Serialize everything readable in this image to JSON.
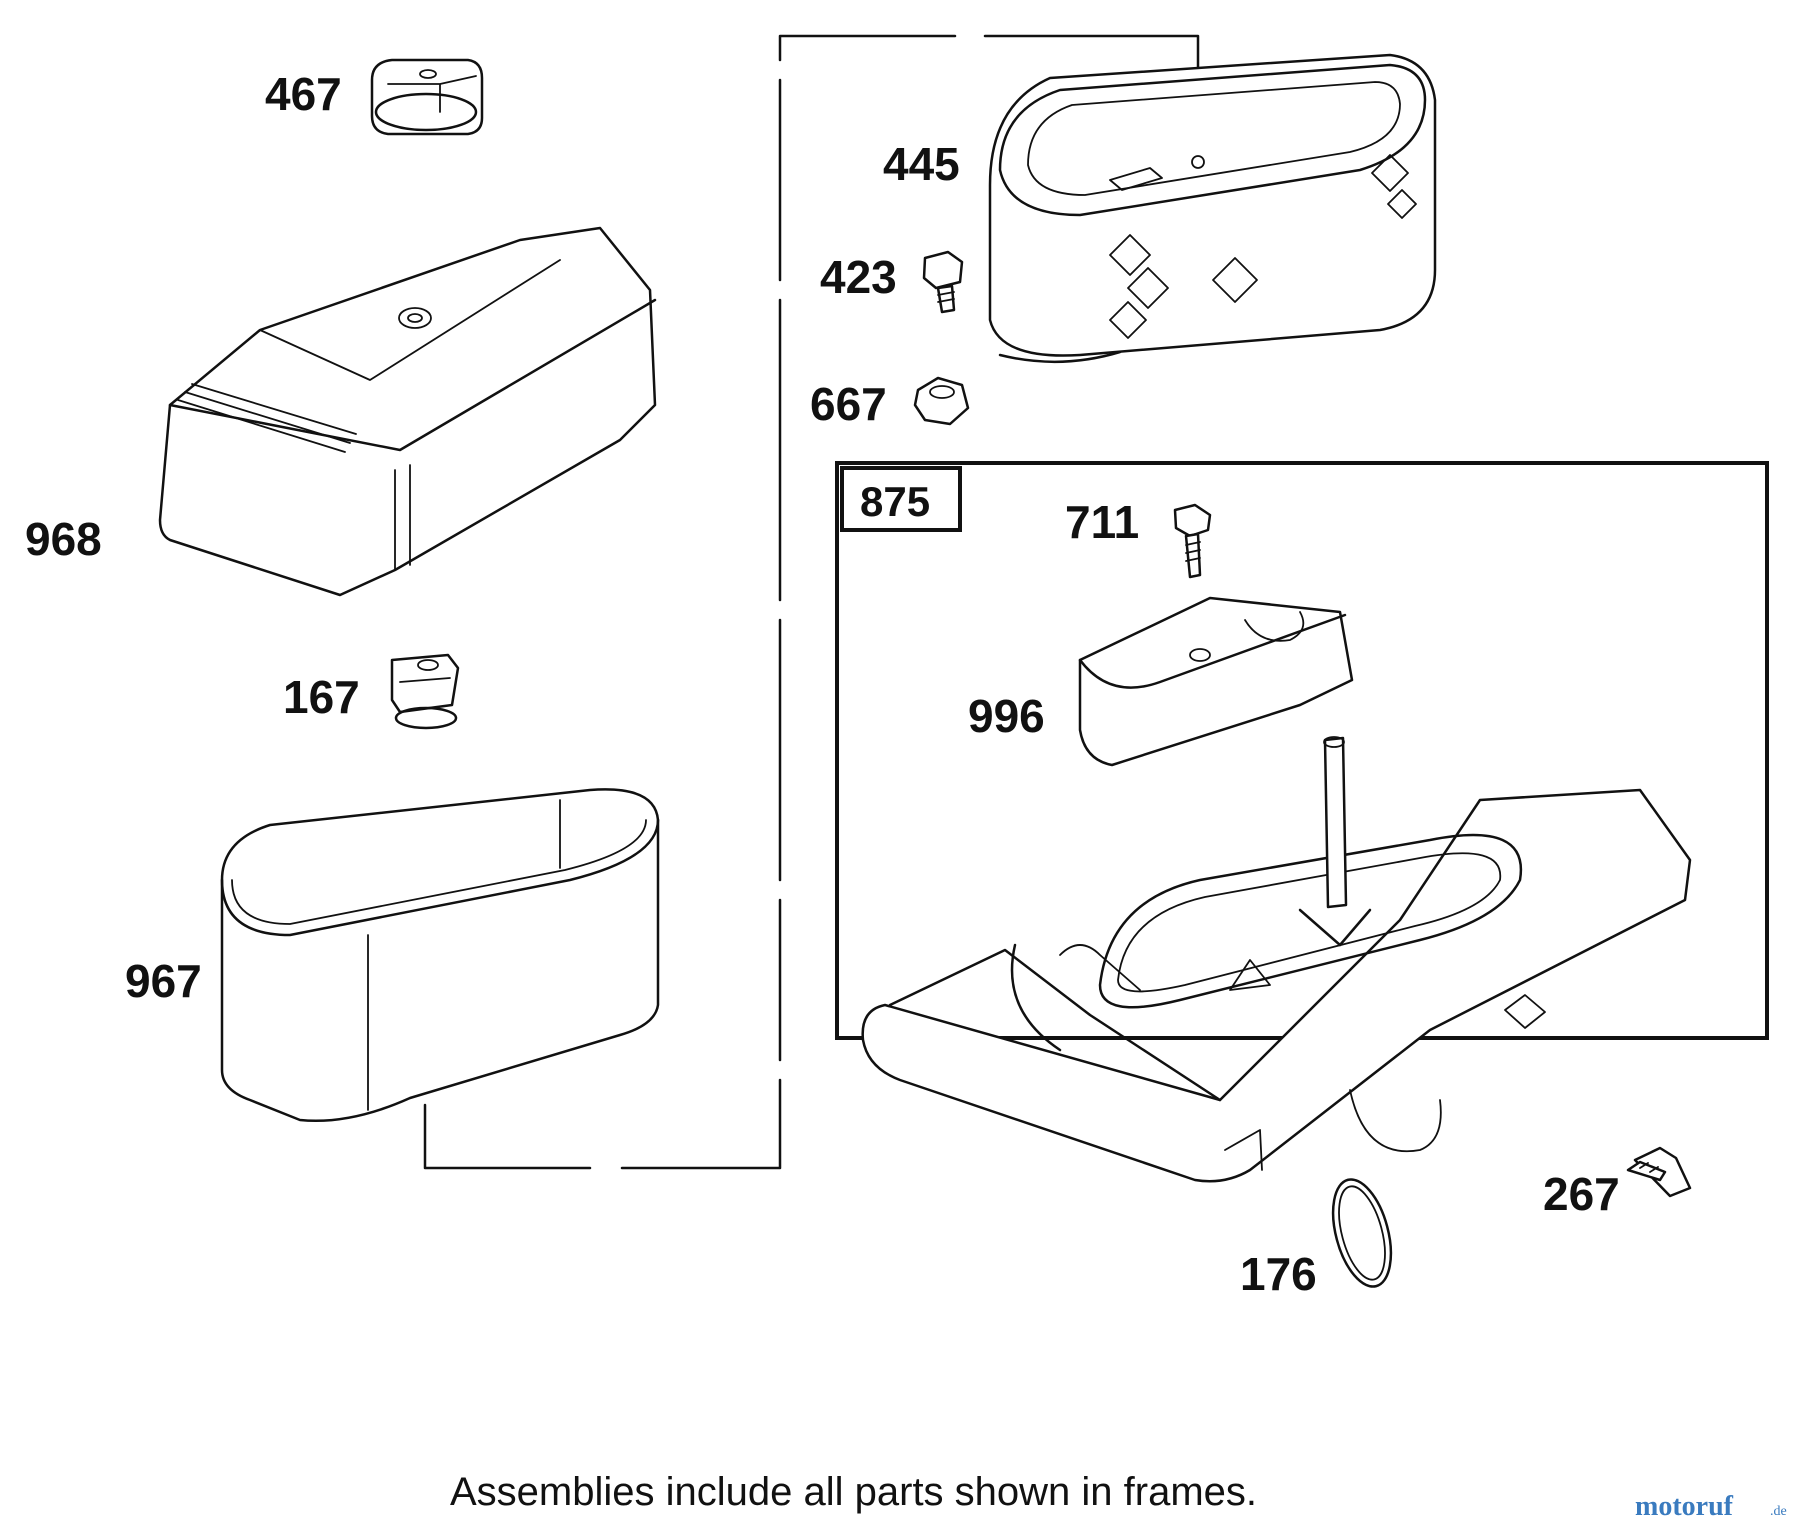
{
  "diagram": {
    "parts": [
      {
        "id": "467",
        "label": "467",
        "icon": "knob-nut-icon"
      },
      {
        "id": "968",
        "label": "968",
        "icon": "air-cleaner-cover-icon"
      },
      {
        "id": "167",
        "label": "167",
        "icon": "grommet-icon"
      },
      {
        "id": "967",
        "label": "967",
        "icon": "pre-cleaner-icon"
      },
      {
        "id": "445",
        "label": "445",
        "icon": "air-filter-cartridge-icon"
      },
      {
        "id": "423",
        "label": "423",
        "icon": "screw-icon"
      },
      {
        "id": "667",
        "label": "667",
        "icon": "nut-icon"
      },
      {
        "id": "711",
        "label": "711",
        "icon": "screw-icon"
      },
      {
        "id": "996",
        "label": "996",
        "icon": "cover-plate-icon"
      },
      {
        "id": "267",
        "label": "267",
        "icon": "screw-icon"
      },
      {
        "id": "176",
        "label": "176",
        "icon": "o-ring-icon"
      }
    ],
    "assembly": {
      "label": "875"
    },
    "caption": "Assemblies include all parts shown in frames.",
    "watermark": {
      "main": "motoruf",
      "suffix": ".de",
      "colors": {
        "primary": "#3a7bbf",
        "accent": "#e07b20"
      }
    }
  }
}
